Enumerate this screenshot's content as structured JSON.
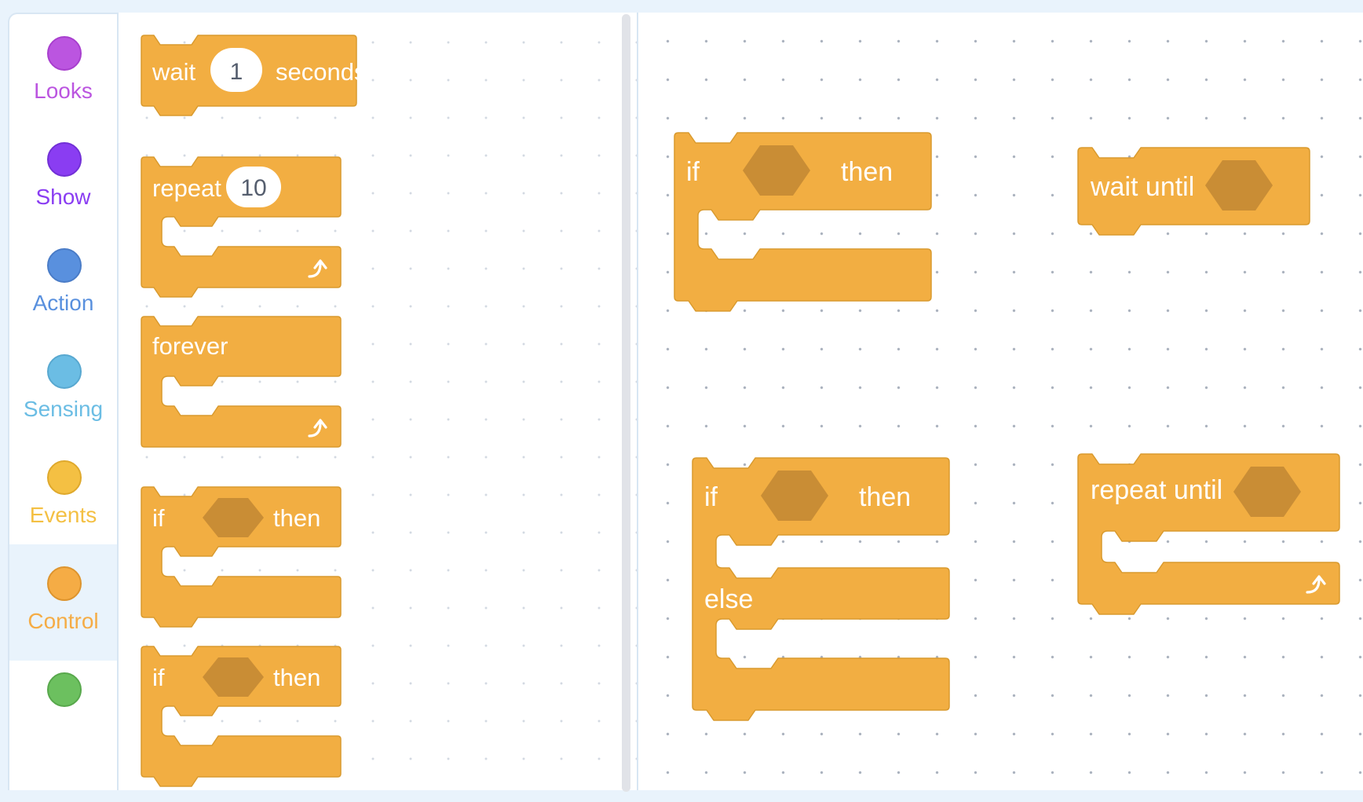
{
  "sidebar": {
    "categories": [
      {
        "label": "Looks",
        "color": "#bb55e0"
      },
      {
        "label": "Show",
        "color": "#8a3df2"
      },
      {
        "label": "Action",
        "color": "#5990de"
      },
      {
        "label": "Sensing",
        "color": "#6bbde4"
      },
      {
        "label": "Events",
        "color": "#f4c043"
      },
      {
        "label": "Control",
        "color": "#f5ac45",
        "selected": true
      },
      {
        "label": "",
        "color": "#6cc05f"
      }
    ]
  },
  "palette": {
    "wait": {
      "label": "wait",
      "value": "1",
      "unit": "seconds"
    },
    "repeat": {
      "label": "repeat",
      "value": "10"
    },
    "forever": {
      "label": "forever"
    },
    "if1": {
      "label_if": "if",
      "label_then": "then"
    },
    "if2": {
      "label_if": "if",
      "label_then": "then"
    }
  },
  "workspace": {
    "if_then": {
      "label_if": "if",
      "label_then": "then"
    },
    "wait_until": {
      "label": "wait until"
    },
    "if_else": {
      "label_if": "if",
      "label_then": "then",
      "label_else": "else"
    },
    "repeat_until": {
      "label": "repeat until"
    }
  },
  "theme": {
    "block_fill": "#f2ae42",
    "block_stroke": "#d99a2e",
    "hexagon_fill": "#c98d35",
    "block_text": "#ffffff",
    "selected_category_bg": "#e9f3fc"
  },
  "icons": {
    "loop_arrow": "loop-arrow-icon",
    "category_dot": "category-dot-icon"
  }
}
